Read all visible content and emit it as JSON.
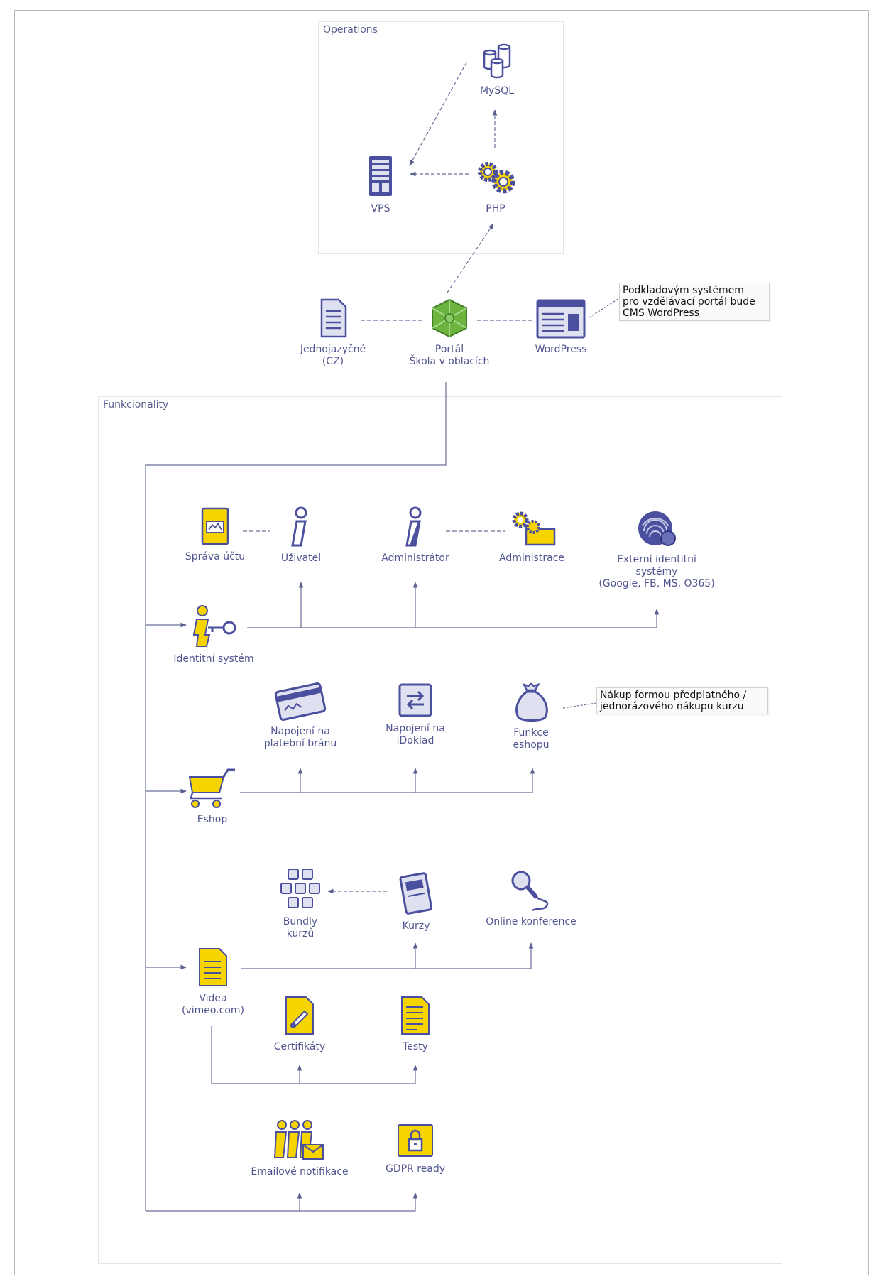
{
  "colors": {
    "accent_blue": "#4a4f9e",
    "accent_yellow": "#f5d400",
    "accent_green": "#6cb33f",
    "line": "#5a5f8e"
  },
  "groups": {
    "operations": "Operations",
    "funkcionality": "Funkcionality"
  },
  "nodes": {
    "mysql": "MySQL",
    "vps": "VPS",
    "php": "PHP",
    "jednojazycne": "Jednojazyčné\n(CZ)",
    "portal": "Portál\nŠkola v oblacích",
    "wordpress": "WordPress",
    "sprava_uctu": "Správa účtu",
    "uzivatel": "Uživatel",
    "administrator": "Administrátor",
    "administrace": "Administrace",
    "externi": "Externí identitní\nsystémy\n(Google, FB, MS, O365)",
    "identitni": "Identitní systém",
    "platebni": "Napojení na\nplatební bránu",
    "idoklad": "Napojení na\niDoklad",
    "funkce_eshopu": "Funkce\neshopu",
    "eshop": "Eshop",
    "bundly": "Bundly\nkurzů",
    "kurzy": "Kurzy",
    "online": "Online konference",
    "videa": "Videa\n(vimeo.com)",
    "certifikaty": "Certifikáty",
    "testy": "Testy",
    "emailove": "Emailové notifikace",
    "gdpr": "GDPR ready"
  },
  "notes": {
    "wordpress_note": "Podkladovým systémem\npro vzdělávací portál bude\nCMS WordPress",
    "eshop_note": "Nákup formou předplatného /\njednorázového nákupu kurzu"
  },
  "icons": {
    "mysql": "database-icon",
    "vps": "server-icon",
    "php": "gears-icon",
    "jednojazycne": "document-icon",
    "portal": "puzzle-icon",
    "wordpress": "browser-window-icon",
    "sprava_uctu": "account-card-icon",
    "uzivatel": "user-icon",
    "administrator": "admin-user-icon",
    "administrace": "gears-folder-icon",
    "externi": "fingerprint-icon",
    "identitni": "user-key-icon",
    "platebni": "credit-card-icon",
    "idoklad": "exchange-icon",
    "funkce_eshopu": "money-bag-icon",
    "eshop": "shopping-cart-icon",
    "bundly": "cubes-icon",
    "kurzy": "book-icon",
    "online": "microphone-icon",
    "videa": "video-document-icon",
    "certifikaty": "certificate-icon",
    "testy": "test-document-icon",
    "emailove": "group-mail-icon",
    "gdpr": "lock-icon"
  }
}
